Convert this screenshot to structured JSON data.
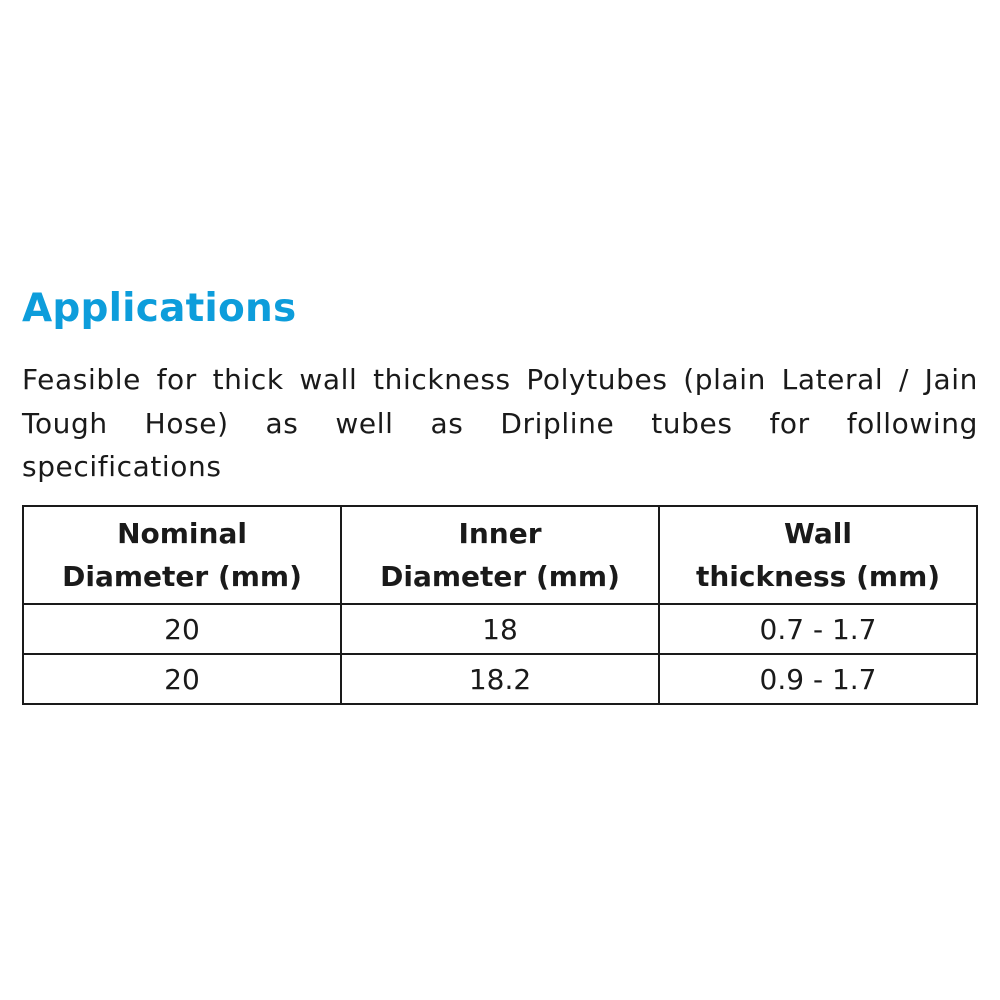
{
  "heading": "Applications",
  "description": "Feasible for thick wall thickness Polytubes (plain Lateral / Jain Tough Hose) as well as Dripline tubes for following specifications",
  "accent_color": "#0d9ddb",
  "table": {
    "headers": [
      {
        "line1": "Nominal",
        "line2": "Diameter (mm)"
      },
      {
        "line1": "Inner",
        "line2": "Diameter (mm)"
      },
      {
        "line1": "Wall",
        "line2": "thickness (mm)"
      }
    ],
    "rows": [
      [
        "20",
        "18",
        "0.7 - 1.7"
      ],
      [
        "20",
        "18.2",
        "0.9 - 1.7"
      ]
    ]
  }
}
